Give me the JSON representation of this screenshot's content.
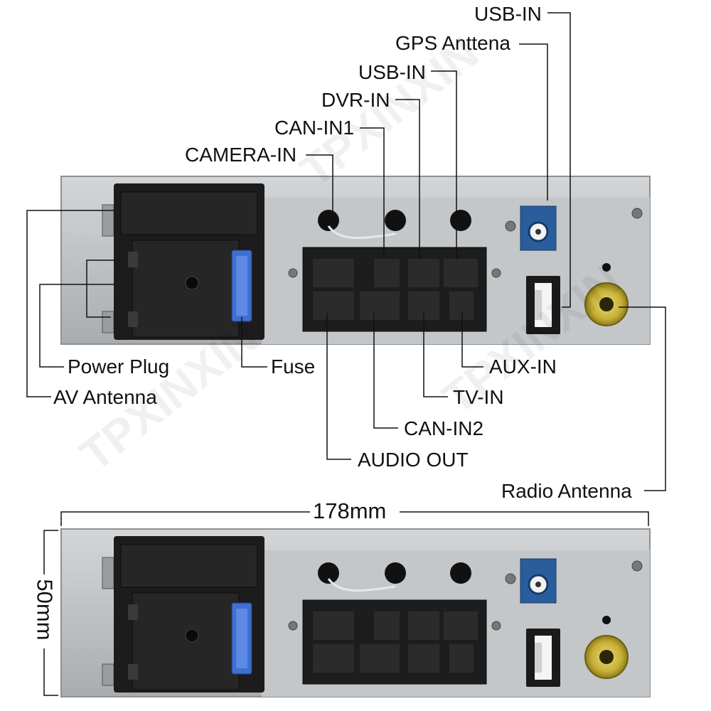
{
  "labels": {
    "usb_in_top": "USB-IN",
    "gps_antenna": "GPS Anttena",
    "usb_in": "USB-IN",
    "dvr_in": "DVR-IN",
    "can_in1": "CAN-IN1",
    "camera_in": "CAMERA-IN",
    "power_plug": "Power Plug",
    "fuse": "Fuse",
    "av_antenna": "AV Antenna",
    "aux_in": "AUX-IN",
    "tv_in": "TV-IN",
    "can_in2": "CAN-IN2",
    "audio_out": "AUDIO OUT",
    "radio_antenna": "Radio Antenna"
  },
  "dimensions": {
    "width": "178mm",
    "height": "50mm"
  },
  "watermark": "TPXINXIN",
  "colors": {
    "panel": "#b9bcbf",
    "connector_black": "#1a1a1a",
    "fakra_blue": "#2a5d9c",
    "fuse_blue": "#3f6fd1",
    "rca_gold": "#c9b233"
  }
}
